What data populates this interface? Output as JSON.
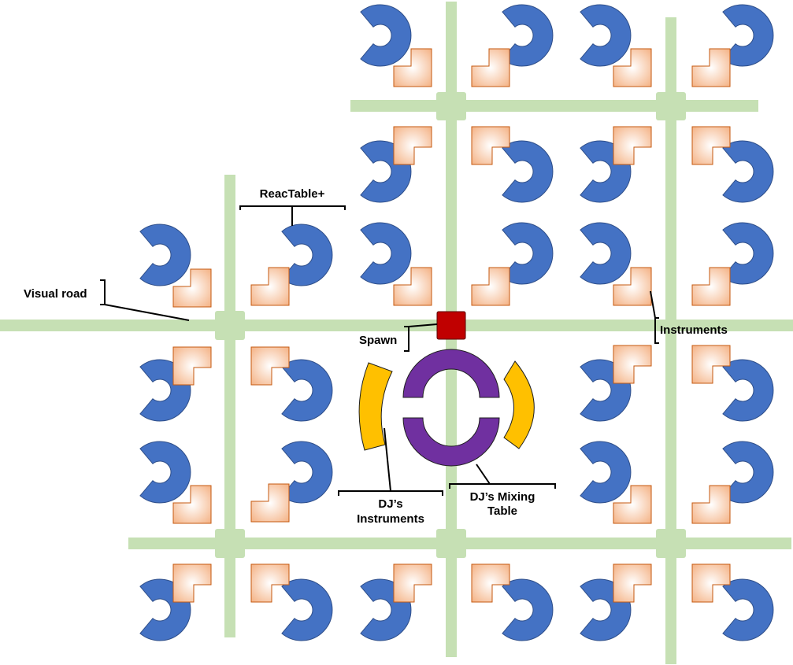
{
  "labels": {
    "reactable": "ReacTable+",
    "visual_road": "Visual road",
    "spawn": "Spawn",
    "instruments": "Instruments",
    "dj_instruments_line1": "DJ’s",
    "dj_instruments_line2": "Instruments",
    "dj_mixing_line1": "DJ’s Mixing",
    "dj_mixing_line2": "Table"
  },
  "colors": {
    "road": "#c6e0b4",
    "instrument_disc": "#4472c4",
    "instrument_square": "#f4b183",
    "spawn": "#c00000",
    "mixing_table": "#7030a0",
    "dj_instruments": "#ffc000"
  }
}
